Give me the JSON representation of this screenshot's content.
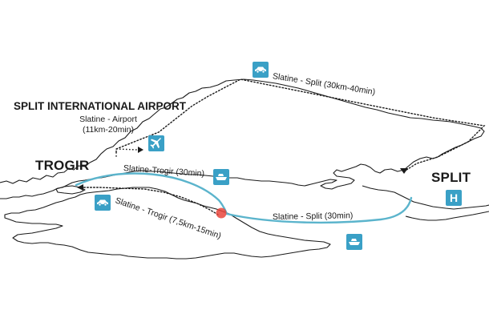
{
  "places": {
    "airport_name": "SPLIT INTERNATIONAL AIRPORT",
    "airport_route": "Slatine - Airport",
    "airport_time": "(11km-20min)",
    "trogir": "TROGIR",
    "split": "SPLIT"
  },
  "routes": {
    "slatine_split_car": "Slatine - Split (30km-40min)",
    "slatine_trogir_boat": "Slatine-Trogir (30min)",
    "slatine_trogir_car": "Slatine - Trogir (7,5km-15min)",
    "slatine_split_boat": "Slatine - Split (30min)"
  },
  "icons": {
    "car": "car-icon",
    "plane": "airplane-icon",
    "boat": "boat-icon",
    "hospital": "H"
  },
  "colors": {
    "route_sea": "#5bb4cc",
    "badge": "#3aa0c6",
    "slatine_marker": "#e8453c",
    "coastline": "#1a1a1a"
  }
}
